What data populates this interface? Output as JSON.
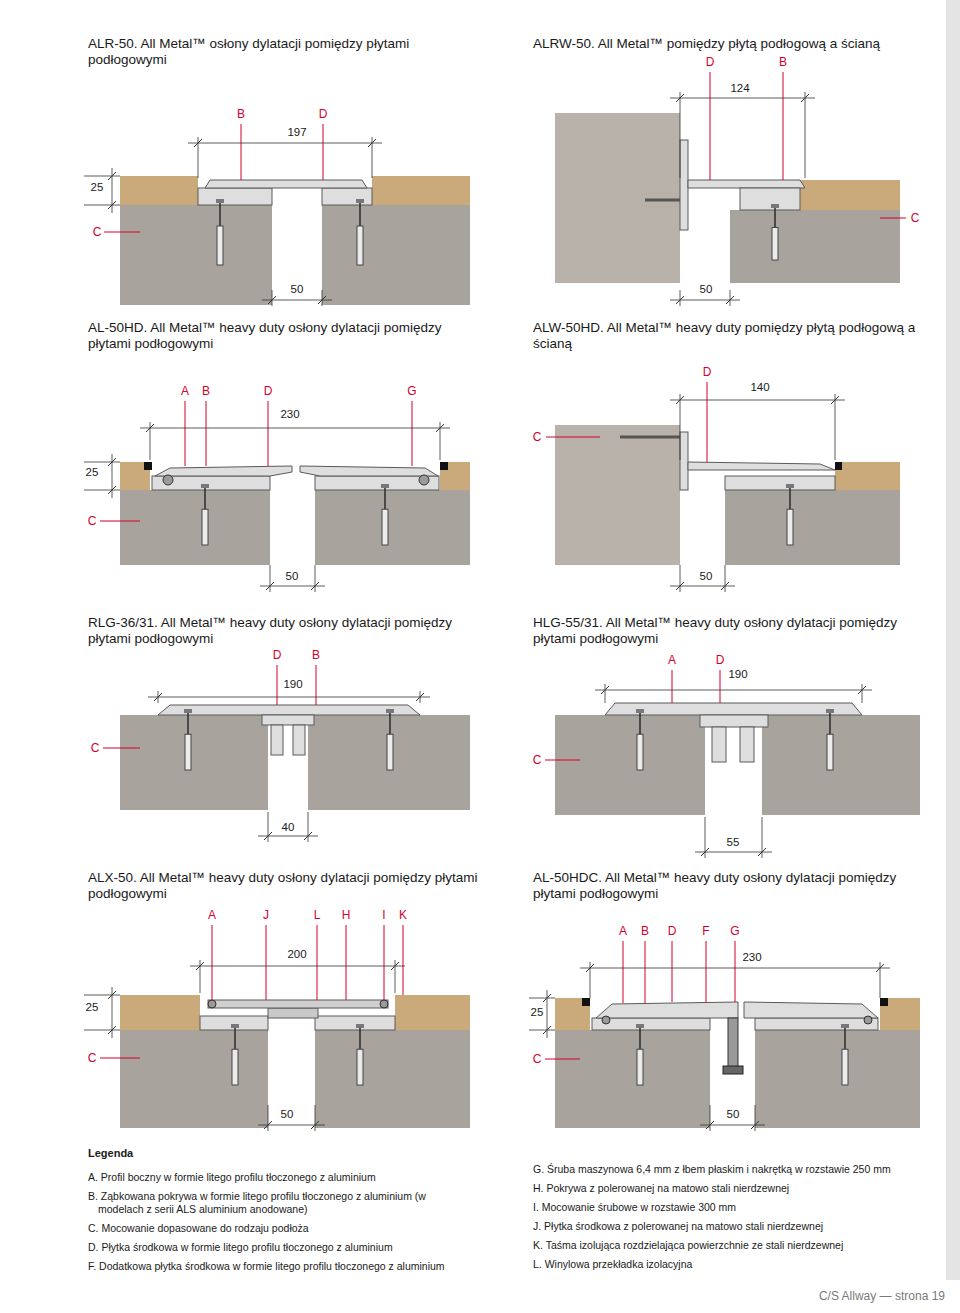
{
  "diagram": {
    "labels": [
      "ALR-50. All Metal™ osłony dylatacji pomiędzy płytami podłogowymi",
      "B",
      "D",
      "197",
      "25",
      "C",
      "50",
      "ALRW-50. All Metal™ pomiędzy płytą podłogową a ścianą",
      "D",
      "B",
      "124",
      "C",
      "50",
      "AL-50HD. All Metal™ heavy duty osłony dylatacji pomiędzy płytami podłogowymi",
      "A",
      "B",
      "D",
      "G",
      "230",
      "25",
      "C",
      "50",
      "ALW-50HD. All Metal™ heavy duty pomiędzy płytą podłogową a ścianą",
      "D",
      "140",
      "C",
      "50",
      "RLG-36/31. All Metal™ heavy duty osłony dylatacji pomiędzy płytami podłogowymi",
      "D",
      "B",
      "190",
      "C",
      "40",
      "HLG-55/31. All Metal™ heavy duty osłony dylatacji pomiędzy płytami podłogowymi",
      "A",
      "D",
      "190",
      "C",
      "55",
      "ALX-50. All Metal™ heavy duty osłony dylatacji pomiędzy płytami podłogowymi",
      "A",
      "J",
      "L",
      "H",
      "I",
      "K",
      "200",
      "25",
      "C",
      "50",
      "AL-50HDC. All Metal™ heavy duty osłony dylatacji pomiędzy płytami podłogowymi",
      "A",
      "B",
      "D",
      "F",
      "G",
      "230",
      "25",
      "C",
      "50",
      "Legenda",
      "C/S Allway — strona 19"
    ],
    "legend": [
      {
        "text": "A. Profil boczny w formie litego profilu tłoczonego z aluminium"
      },
      {
        "text": "B. Ząbkowana pokrywa w formie litego profilu tłoczonego z aluminium (w modelach z serii ALS aluminium anodowane)"
      },
      {
        "text": "C. Mocowanie dopasowane do rodzaju podłoża"
      },
      {
        "text": "D. Płytka środkowa w formie litego profilu tłoczonego z aluminium"
      },
      {
        "text": "F. Dodatkowa płytka środkowa w formie litego profilu tłoczonego z aluminium"
      },
      {
        "text": "G. Śruba maszynowa 6,4 mm z łbem płaskim i nakrętką w rozstawie 250 mm"
      },
      {
        "text": "H. Pokrywa z polerowanej na matowo stali nierdzewnej"
      },
      {
        "text": "I. Mocowanie śrubowe w rozstawie 300 mm"
      },
      {
        "text": "J. Płytka środkowa z polerowanej na matowo stali nierdzewnej"
      },
      {
        "text": "K. Taśma izolująca rozdzielająca powierzchnie ze stali nierdzewnej"
      },
      {
        "text": "L. Winylowa przekładka izolacyjna"
      }
    ]
  }
}
